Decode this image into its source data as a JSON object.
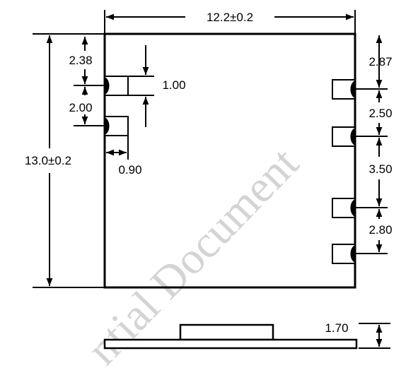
{
  "drawing": {
    "watermark": "ntial Document",
    "dimensions": {
      "width": "12.2±0.2",
      "height": "13.0±0.2",
      "left_top_offset": "2.38",
      "left_pitch": "2.00",
      "pad_width": "1.00",
      "pad_length": "0.90",
      "right_top_offset": "2.87",
      "right_pitch_1": "2.50",
      "right_pitch_2": "3.50",
      "right_pitch_3": "2.80",
      "thickness": "1.70"
    }
  }
}
